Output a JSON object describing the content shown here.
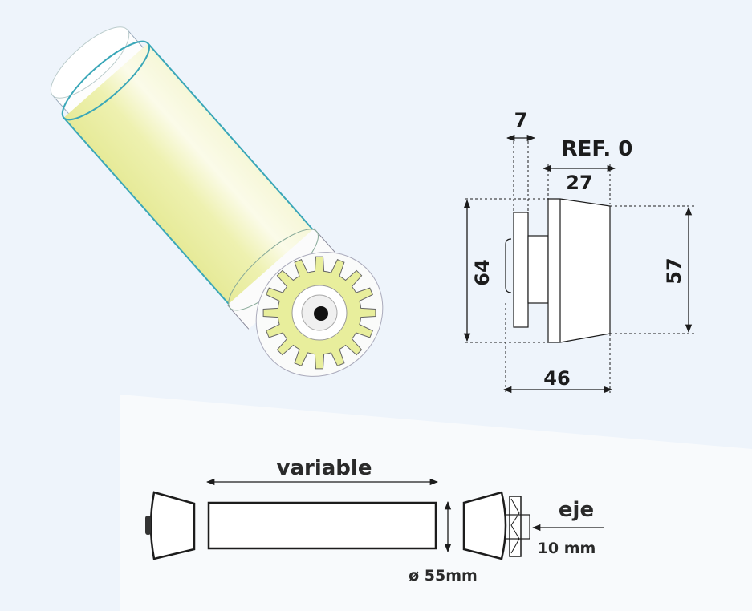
{
  "colors": {
    "background": "#eef4fb",
    "tube": "#eef0b4",
    "gear": "#e8ee9c",
    "line": "#1c1c1c"
  },
  "detail_view": {
    "ref_label": "REF. 0",
    "dim_flange_width": "7",
    "dim_cap_length": "27",
    "dim_total_length": "46",
    "dim_outer_diameter": "64",
    "dim_inner_diameter": "57"
  },
  "assembly_view": {
    "length_label": "variable",
    "diameter_label": "ø 55mm",
    "axle_label": "eje",
    "axle_size_label": "10 mm"
  }
}
